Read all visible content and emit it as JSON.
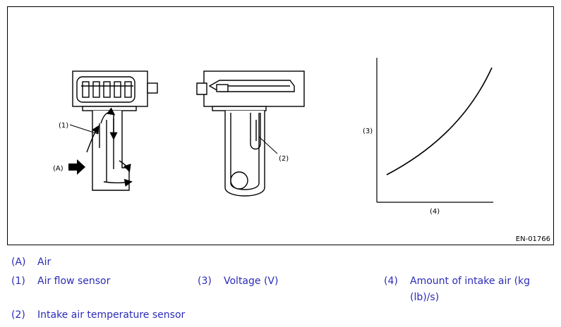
{
  "figure": {
    "id": "EN-01766",
    "callouts": {
      "A": "(A)",
      "one": "(1)",
      "two": "(2)",
      "three": "(3)",
      "four": "(4)"
    }
  },
  "legend": [
    {
      "key": "(A)",
      "text": "Air"
    },
    {
      "key": "(1)",
      "text": "Air flow sensor"
    },
    {
      "key": "(2)",
      "text": "Intake air temperature sensor"
    },
    {
      "key": "(3)",
      "text": "Voltage (V)"
    },
    {
      "key": "(4)",
      "text": "Amount of intake air (kg",
      "text2": "(lb)/s)"
    }
  ]
}
